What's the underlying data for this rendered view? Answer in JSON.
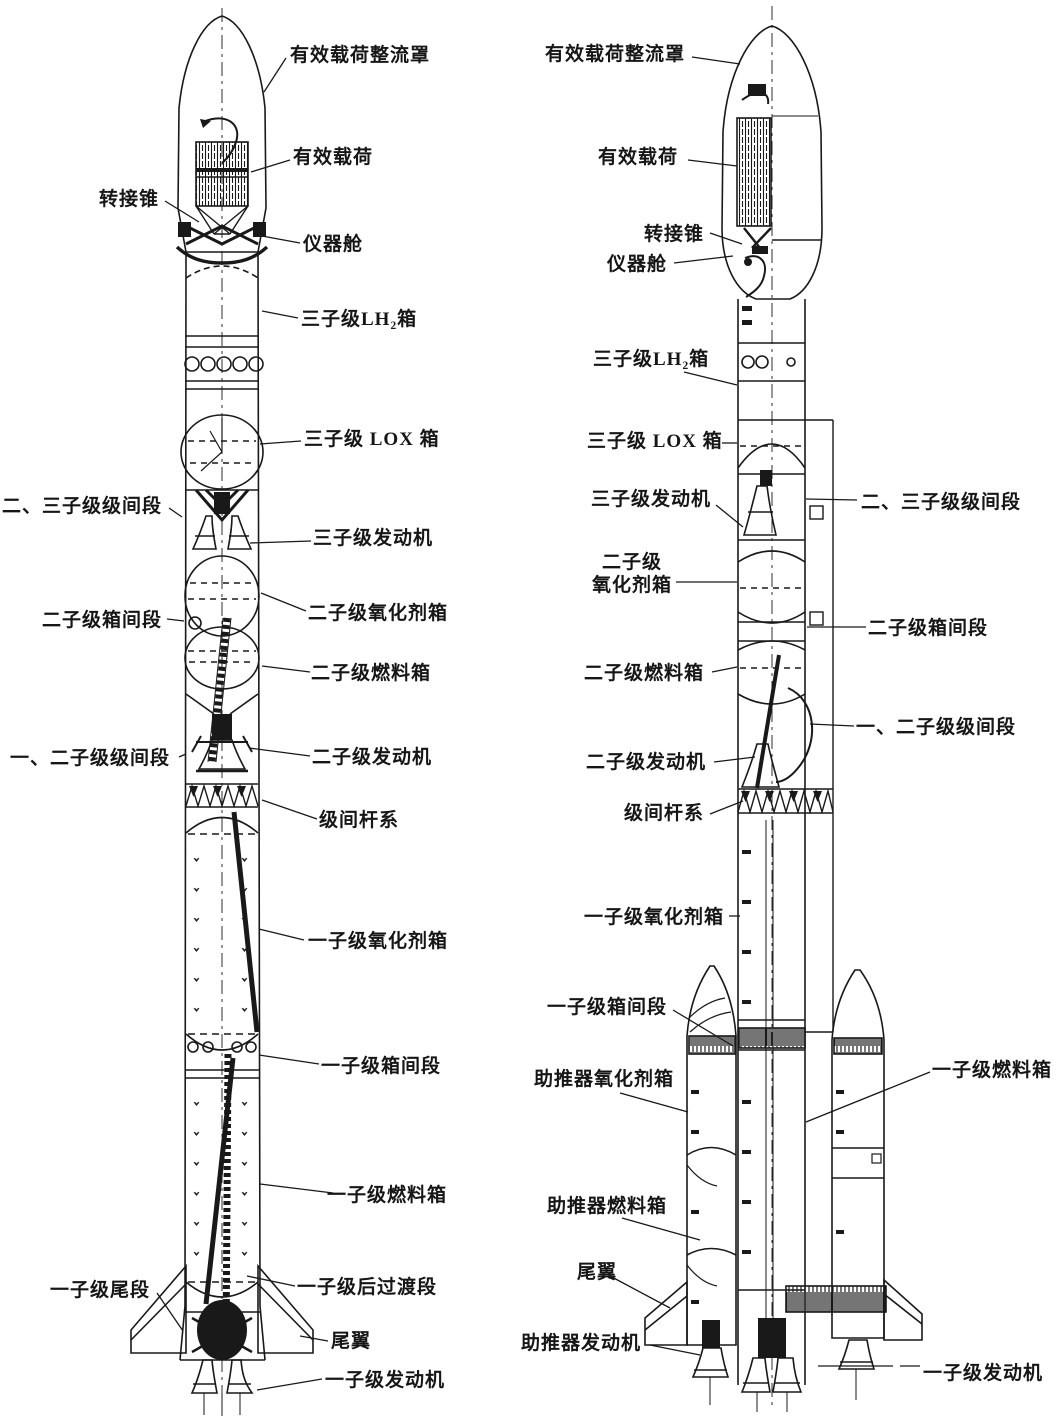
{
  "left": {
    "labels": [
      {
        "text": "有效载荷整流罩"
      },
      {
        "text": "有效载荷"
      },
      {
        "text": "转接锥"
      },
      {
        "text": "仪器舱"
      },
      {
        "text": "三子级LH₂箱"
      },
      {
        "text": "三子级 LOX 箱"
      },
      {
        "text": "二、三子级级间段"
      },
      {
        "text": "三子级发动机"
      },
      {
        "text": "二子级氧化剂箱"
      },
      {
        "text": "二子级箱间段"
      },
      {
        "text": "二子级燃料箱"
      },
      {
        "text": "一、二子级级间段"
      },
      {
        "text": "二子级发动机"
      },
      {
        "text": "级间杆系"
      },
      {
        "text": "一子级氧化剂箱"
      },
      {
        "text": "一子级箱间段"
      },
      {
        "text": "一子级燃料箱"
      },
      {
        "text": "一子级尾段"
      },
      {
        "text": "一子级后过渡段"
      },
      {
        "text": "尾翼"
      },
      {
        "text": "一子级发动机"
      }
    ]
  },
  "right": {
    "labels": [
      {
        "text": "有效载荷整流罩"
      },
      {
        "text": "有效载荷"
      },
      {
        "text": "转接锥"
      },
      {
        "text": "仪器舱"
      },
      {
        "text": "三子级LH₂箱"
      },
      {
        "text": "三子级 LOX 箱"
      },
      {
        "text": "三子级发动机"
      },
      {
        "text": "二子级\n氧化剂箱"
      },
      {
        "text": "二子级燃料箱"
      },
      {
        "text": "二子级发动机"
      },
      {
        "text": "级间杆系"
      },
      {
        "text": "一子级氧化剂箱"
      },
      {
        "text": "一子级箱间段"
      },
      {
        "text": "助推器氧化剂箱"
      },
      {
        "text": "助推器燃料箱"
      },
      {
        "text": "尾翼"
      },
      {
        "text": "助推器发动机"
      },
      {
        "text": "二、三子级级间段"
      },
      {
        "text": "二子级箱间段"
      },
      {
        "text": "一、二子级级间段"
      },
      {
        "text": "一子级燃料箱"
      },
      {
        "text": "一子级发动机"
      }
    ]
  }
}
